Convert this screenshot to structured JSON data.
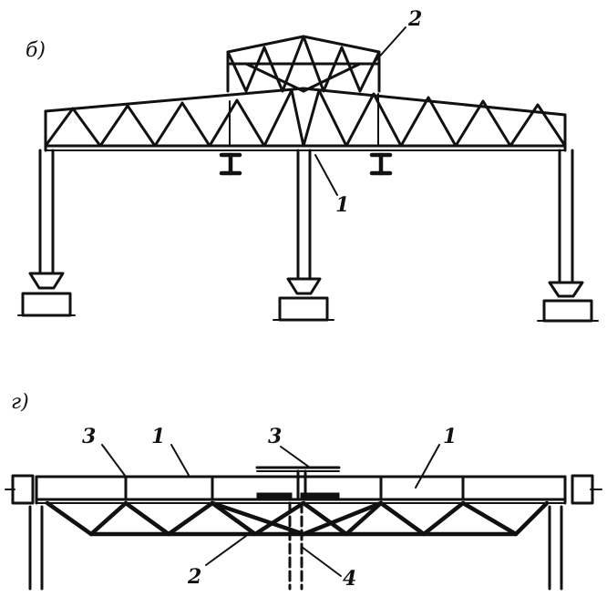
{
  "panel_b": {
    "label": "б)",
    "callouts": {
      "top": "2",
      "column": "1"
    }
  },
  "panel_g": {
    "label": "г)",
    "callouts": {
      "left3": "3",
      "left1": "1",
      "mid3": "3",
      "right1": "1",
      "bottom2": "2",
      "bottom4": "4"
    }
  }
}
